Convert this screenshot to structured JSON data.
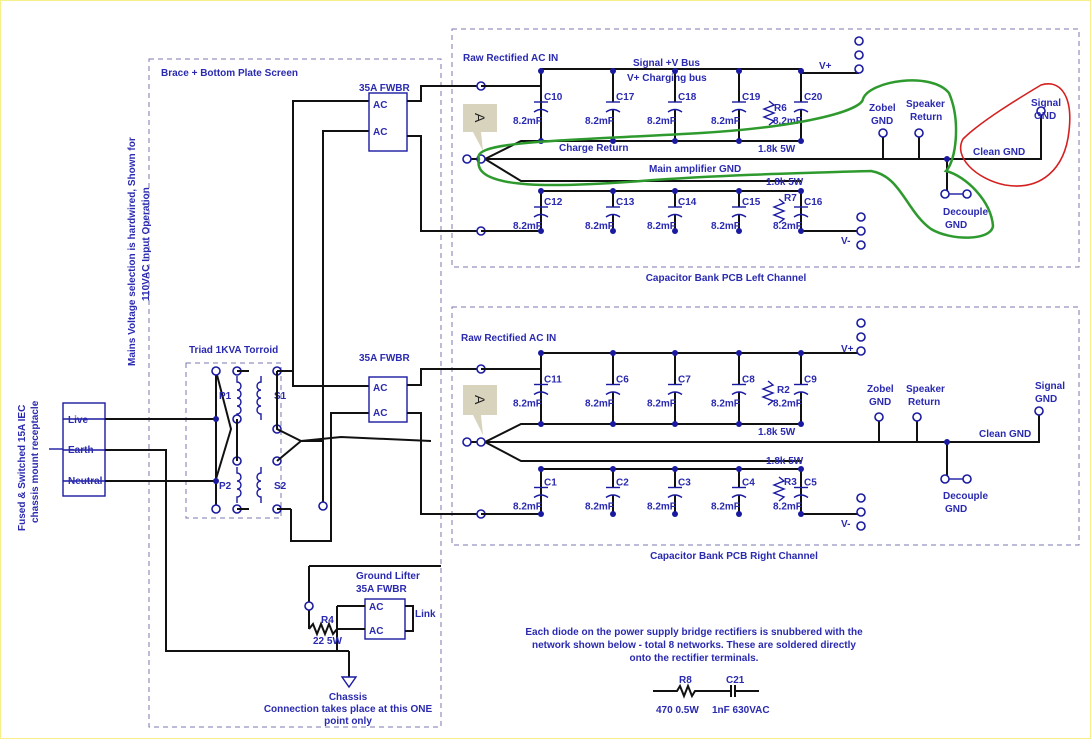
{
  "section_labels": {
    "brace_screen": "Brace + Bottom Plate Screen",
    "mains_note": "Mains Voltage selection is hardwired, Shown for 110VAC Input Operation",
    "iec_note": "Fused & Switched 15A IEC chassis mount receptacle",
    "torroid": "Triad 1KVA Torroid",
    "fwbr_left": "35A FWBR",
    "fwbr_right": "35A FWBR",
    "ground_lifter_1": "Ground Lifter",
    "ground_lifter_2": "35A FWBR",
    "link": "Link",
    "chassis_1": "Chassis",
    "chassis_2": "Connection takes place at this ONE",
    "chassis_3": "point only",
    "bank_left_title": "Capacitor Bank PCB Left Channel",
    "bank_right_title": "Capacitor Bank PCB Right  Channel",
    "snubber_1": "Each diode on the power supply bridge rectifiers is snubbered with  the",
    "snubber_2": "network shown below - total 8 networks.  These are soldered directly",
    "snubber_3": "onto the rectifier terminals."
  },
  "iec": {
    "live": "Live",
    "earth": "Earth",
    "neutral": "Neutral"
  },
  "transformer": {
    "p1": "P1",
    "p2": "P2",
    "s1": "S1",
    "s2": "S2"
  },
  "rectifier": {
    "ac": "AC"
  },
  "left_bank": {
    "raw_in": "Raw Rectified AC IN",
    "signal_bus": "Signal +V Bus",
    "charging_bus": "V+ Charging bus",
    "vplus": "V+",
    "vminus": "V-",
    "charge_return": "Charge Return",
    "main_gnd": "Main amplifier GND",
    "badge": "A",
    "top_caps": [
      "C10",
      "C17",
      "C18",
      "C19",
      "C20"
    ],
    "top_vals": [
      "8.2mF",
      "8.2mF",
      "8.2mF",
      "8.2mF",
      "8.2mF"
    ],
    "bot_caps": [
      "C12",
      "C13",
      "C14",
      "C15",
      "C16"
    ],
    "bot_vals": [
      "8.2mF",
      "8.2mF",
      "8.2mF",
      "8.2mF",
      "8.2mF"
    ],
    "r_top": "R6",
    "r_bot": "R7",
    "r_val_top": "1.8k 5W",
    "r_val_bot": "1.8k 5W",
    "zobel_1": "Zobel",
    "zobel_2": "GND",
    "spk_1": "Speaker",
    "spk_2": "Return",
    "sig_1": "Signal",
    "sig_2": "GND",
    "clean": "Clean GND",
    "dec_1": "Decouple",
    "dec_2": "GND"
  },
  "right_bank": {
    "raw_in": "Raw Rectified AC IN",
    "vplus": "V+",
    "vminus": "V-",
    "badge": "A",
    "top_caps": [
      "C11",
      "C6",
      "C7",
      "C8",
      "C9"
    ],
    "top_vals": [
      "8.2mF",
      "8.2mF",
      "8.2mF",
      "8.2mF",
      "8.2mF"
    ],
    "bot_caps": [
      "C1",
      "C2",
      "C3",
      "C4",
      "C5"
    ],
    "bot_vals": [
      "8.2mF",
      "8.2mF",
      "8.2mF",
      "8.2mF",
      "8.2mF"
    ],
    "r_top": "R2",
    "r_bot": "R3",
    "r_val_top": "1.8k 5W",
    "r_val_bot": "1.8k 5W",
    "zobel_1": "Zobel",
    "zobel_2": "GND",
    "spk_1": "Speaker",
    "spk_2": "Return",
    "sig_1": "Signal",
    "sig_2": "GND",
    "clean": "Clean GND",
    "dec_1": "Decouple",
    "dec_2": "GND"
  },
  "r4": {
    "name": "R4",
    "value": "22 5W"
  },
  "snubber": {
    "r_name": "R8",
    "c_name": "C21",
    "r_val": "470 0.5W",
    "c_val": "1nF 630VAC"
  },
  "colors": {
    "wire": "#111111",
    "ink": "#2a2ab0",
    "green_annot": "#2e9a2e",
    "red_annot": "#d42020",
    "badge": "#d8d3bd"
  }
}
